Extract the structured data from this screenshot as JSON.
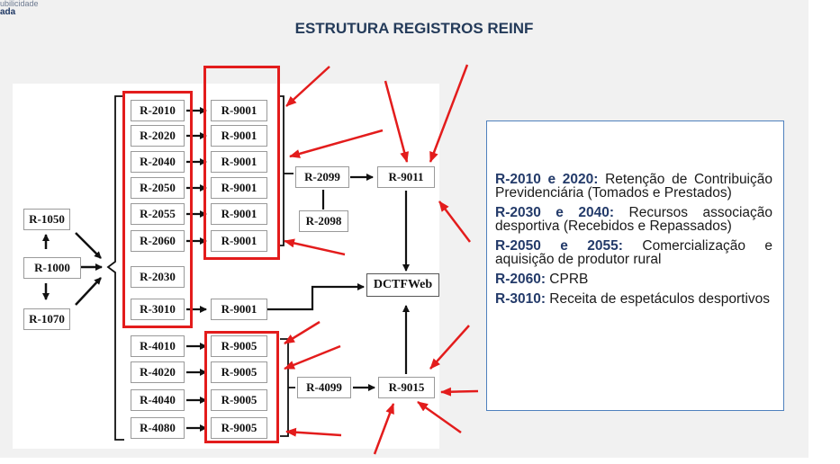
{
  "logo": {
    "line1": "ubilicidade",
    "line2": "ada"
  },
  "title": "ESTRUTURA REGISTROS REINF",
  "nodes": {
    "r1050": "R-1050",
    "r1000": "R-1000",
    "r1070": "R-1070",
    "r2010": "R-2010",
    "r2020": "R-2020",
    "r2040": "R-2040",
    "r2050": "R-2050",
    "r2055": "R-2055",
    "r2060": "R-2060",
    "r2030": "R-2030",
    "r3010": "R-3010",
    "r9001": "R-9001",
    "r2099": "R-2099",
    "r2098": "R-2098",
    "r9011": "R-9011",
    "dctfweb": "DCTFWeb",
    "r4010": "R-4010",
    "r4020": "R-4020",
    "r4040": "R-4040",
    "r4080": "R-4080",
    "r9005": "R-9005",
    "r4099": "R-4099",
    "r9015": "R-9015"
  },
  "info": [
    {
      "label": "R-2010 e 2020:",
      "text": " Retenção de Contribuição Previdenciária (Tomados e Prestados)"
    },
    {
      "label": "R-2030 e 2040:",
      "text": " Recursos associação desportiva (Recebidos e Repassados)"
    },
    {
      "label": "R-2050 e 2055:",
      "text": " Comercialização e aquisição de produtor rural"
    },
    {
      "label": "R-2060:",
      "text": " CPRB"
    },
    {
      "label": "R-3010:",
      "text": " Receita de espetáculos desportivos"
    }
  ],
  "colors": {
    "highlight": "#e31c1c",
    "title": "#243b5a",
    "info_border": "#4f81bd"
  }
}
